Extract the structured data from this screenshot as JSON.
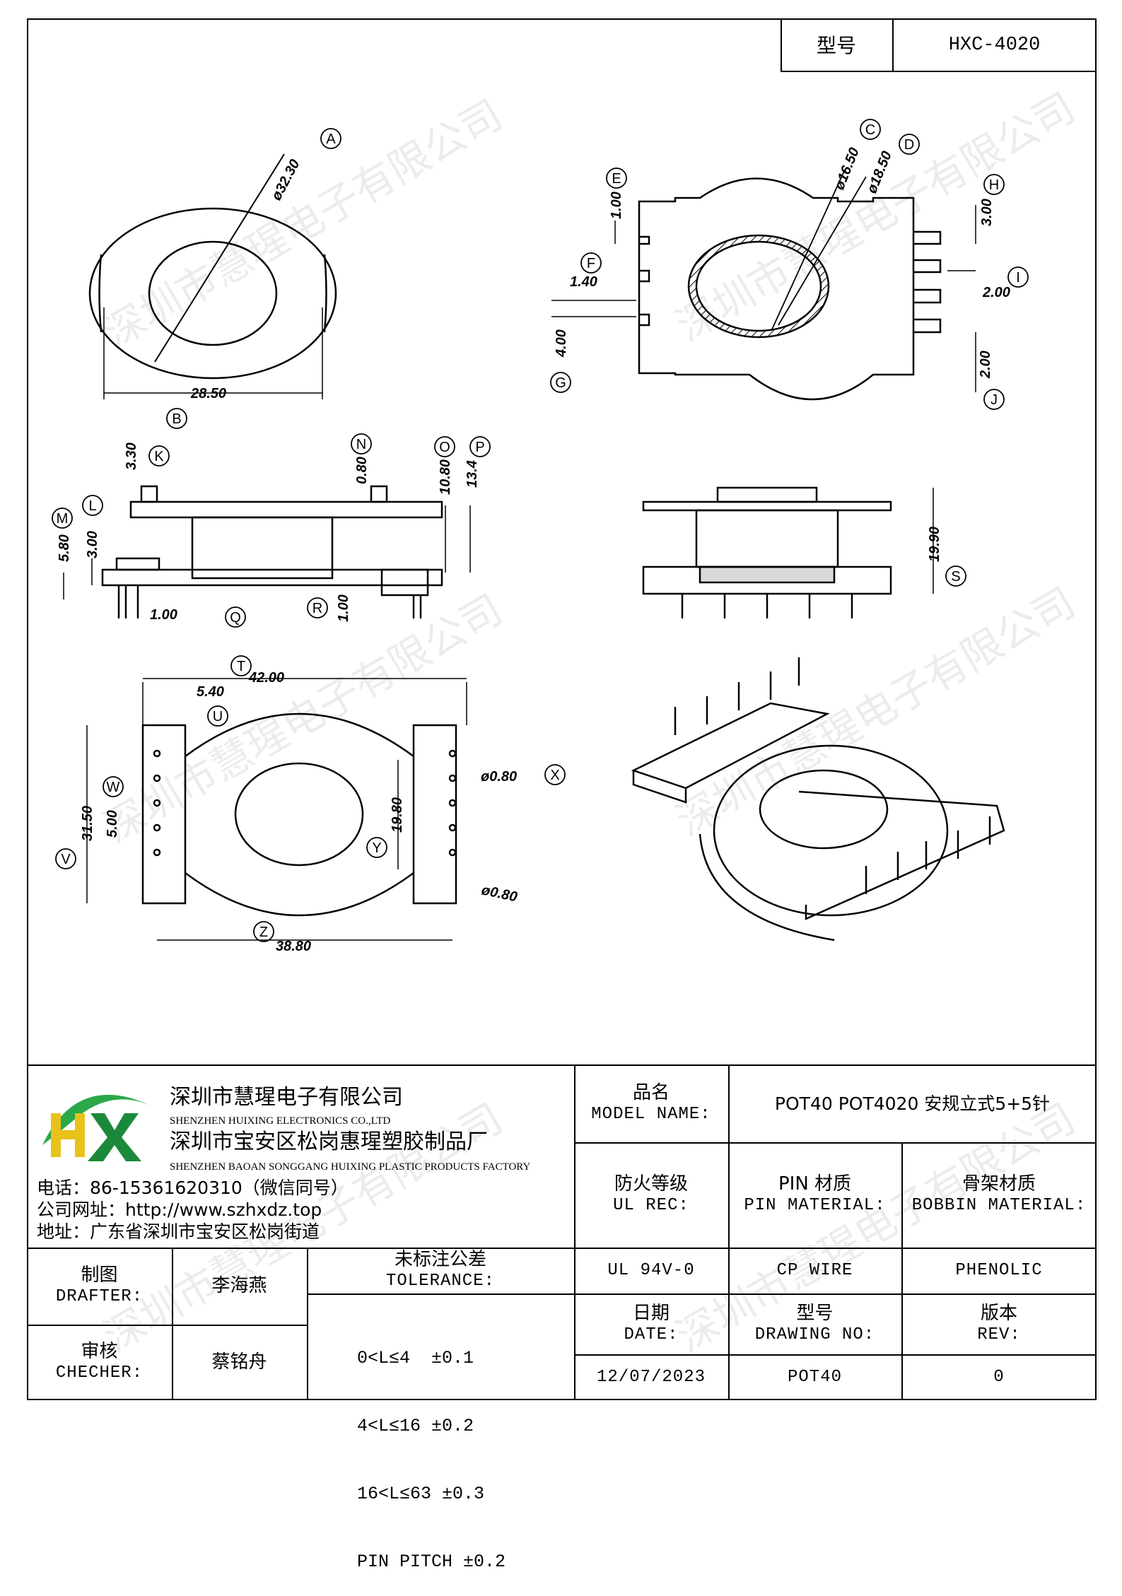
{
  "header": {
    "model_label": "型号",
    "model_value": "HXC-4020"
  },
  "drawing": {
    "letters": [
      "A",
      "B",
      "C",
      "D",
      "E",
      "F",
      "G",
      "H",
      "I",
      "J",
      "K",
      "L",
      "M",
      "N",
      "O",
      "P",
      "Q",
      "R",
      "S",
      "T",
      "U",
      "V",
      "W",
      "X",
      "Y",
      "Z"
    ],
    "dims": {
      "A": "ø32.30",
      "B": "28.50",
      "C": "ø16.50",
      "D": "ø18.50",
      "E": "1.00",
      "F": "1.40",
      "G": "4.00",
      "H": "3.00",
      "I": "2.00",
      "J": "2.00",
      "K": "3.30",
      "L": "3.00",
      "M": "5.80",
      "N": "0.80",
      "O": "10.80",
      "P": "13.4",
      "Q": "1.00",
      "R": "1.00",
      "S": "19.90",
      "T": "42.00",
      "U": "5.40",
      "V": "31.50",
      "W": "5.00",
      "X": "ø0.80",
      "X2": "ø0.80",
      "Y": "19.80",
      "Z": "38.80"
    }
  },
  "company": {
    "name_cn": "深圳市慧瑆电子有限公司",
    "name_en": "SHENZHEN HUIXING ELECTRONICS CO.,LTD",
    "factory_cn": "深圳市宝安区松岗惠瑆塑胶制品厂",
    "factory_en": "SHENZHEN BAOAN SONGGANG HUIXING PLASTIC PRODUCTS FACTORY",
    "phone": "电话：86-15361620310（微信同号）",
    "website": "公司网址：http://www.szhxdz.top",
    "address": "地址：广东省深圳市宝安区松岗街道",
    "logo_text": "HX",
    "logo_colors": {
      "h": "#e8c21a",
      "x": "#1a8a3a",
      "swoosh": "#2aa84a"
    },
    "watermark": "深圳市慧瑆电子有限公司"
  },
  "titleblock": {
    "model_name_cn": "品名",
    "model_name_en": "MODEL NAME:",
    "model_name_value": "POT40 POT4020 安规立式5+5针",
    "ul_cn": "防火等级",
    "ul_en": "UL REC:",
    "ul_value": "UL 94V-0",
    "pin_cn": "PIN 材质",
    "pin_en": "PIN MATERIAL:",
    "pin_value": "CP WIRE",
    "bobbin_cn": "骨架材质",
    "bobbin_en": "BOBBIN MATERIAL:",
    "bobbin_value": "PHENOLIC",
    "drafter_cn": "制图",
    "drafter_en": "DRAFTER:",
    "drafter_value": "李海燕",
    "checker_cn": "审核",
    "checker_en": "CHECHER:",
    "checker_value": "蔡铭舟",
    "tolerance_cn": "未标注公差",
    "tolerance_en": "TOLERANCE:",
    "tolerance_lines": [
      "0<L≤4  ±0.1",
      "4<L≤16 ±0.2",
      "16<L≤63 ±0.3",
      "PIN PITCH ±0.2"
    ],
    "date_cn": "日期",
    "date_en": "DATE:",
    "date_value": "12/07/2023",
    "drawing_no_cn": "型号",
    "drawing_no_en": "DRAWING NO:",
    "drawing_no_value": "POT40",
    "rev_cn": "版本",
    "rev_en": "REV:",
    "rev_value": "0"
  }
}
